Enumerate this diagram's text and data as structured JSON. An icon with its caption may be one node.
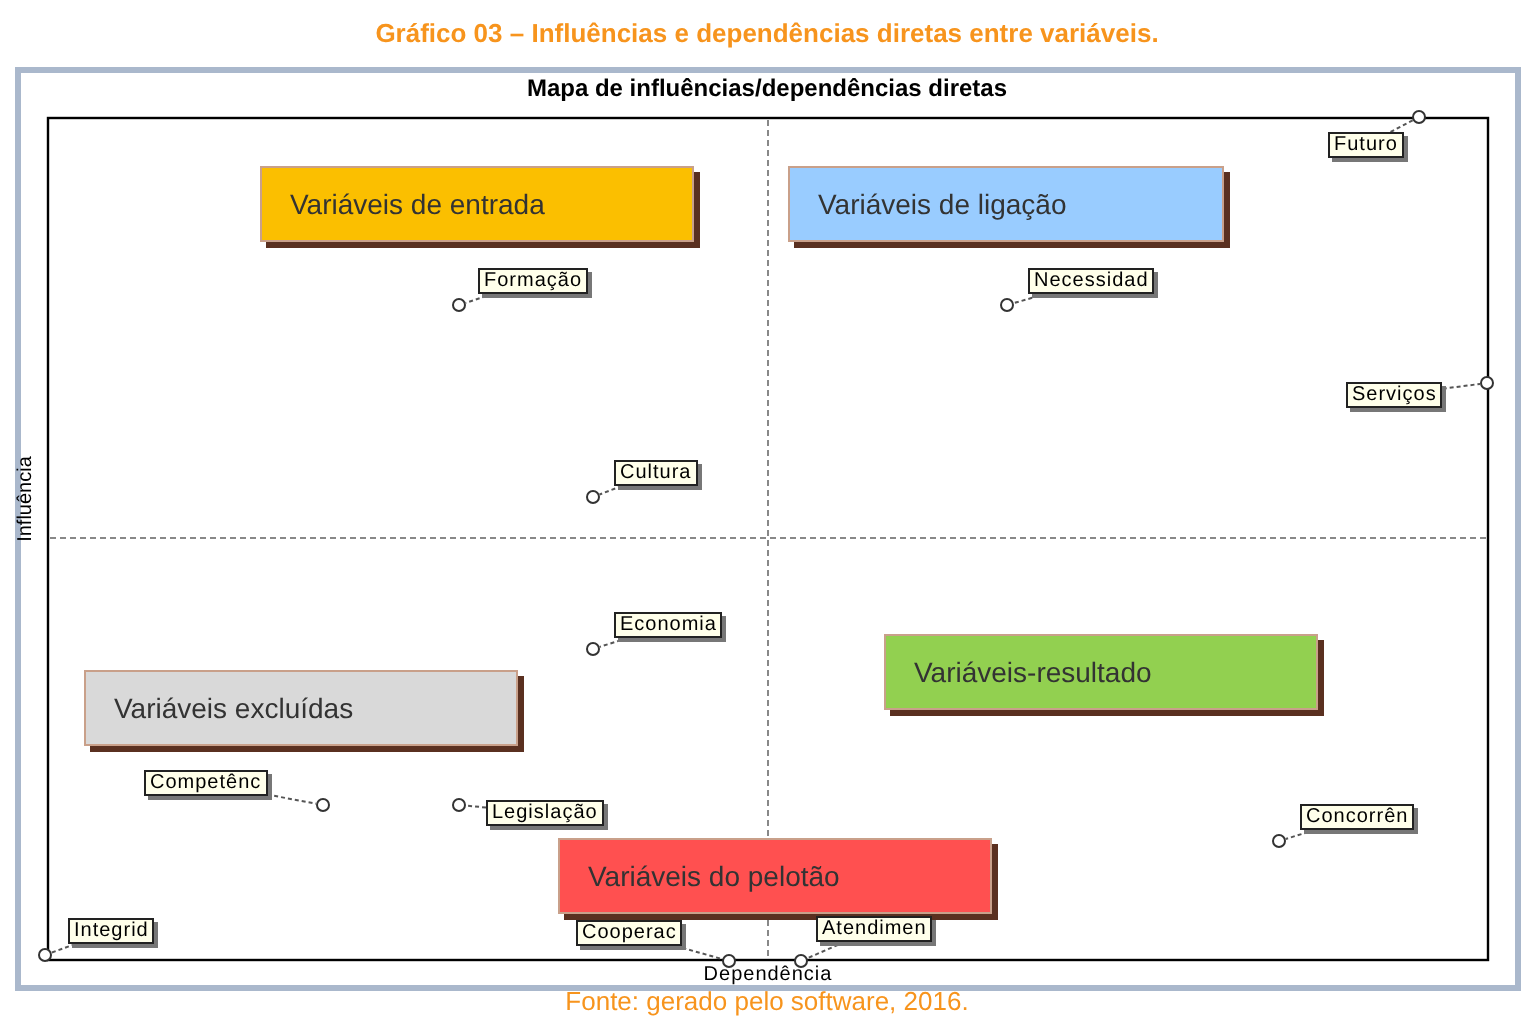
{
  "diagram": {
    "title": "Gráfico 03 – Influências e dependências diretas entre variáveis.",
    "caption": "Fonte: gerado pelo software, 2016.",
    "nodes": [
      {
        "text": [
          "Variáveis de entrada"
        ]
      },
      {
        "text": [
          "Variáveis de ligação"
        ]
      },
      {
        "text": [
          "Variáveis excluídas"
        ]
      },
      {
        "text": [
          "Variáveis-resultado"
        ]
      },
      {
        "text": [
          "Variáveis do pelotão"
        ]
      },
      {
        "text": [
          "Futuro"
        ]
      },
      {
        "text": [
          "Formação"
        ]
      },
      {
        "text": [
          "Necessidad"
        ]
      },
      {
        "text": [
          "Serviços"
        ]
      },
      {
        "text": [
          "Cultura"
        ]
      },
      {
        "text": [
          "Economia"
        ]
      },
      {
        "text": [
          "Competênc"
        ]
      },
      {
        "text": [
          "Legislação"
        ]
      },
      {
        "text": [
          "Concorrên"
        ]
      },
      {
        "text": [
          "Integrid"
        ]
      },
      {
        "text": [
          "Cooperac"
        ]
      },
      {
        "text": [
          "Atendimen"
        ]
      },
      {
        "text": [],
        "shape": "circle"
      },
      {
        "text": [],
        "shape": "circle"
      },
      {
        "text": [],
        "shape": "circle"
      },
      {
        "text": [],
        "shape": "circle"
      },
      {
        "text": [],
        "shape": "circle"
      },
      {
        "text": [],
        "shape": "circle"
      },
      {
        "text": [],
        "shape": "circle"
      },
      {
        "text": [],
        "shape": "circle"
      },
      {
        "text": [],
        "shape": "circle"
      },
      {
        "text": [],
        "shape": "circle"
      },
      {
        "text": [],
        "shape": "circle"
      },
      {
        "text": [],
        "shape": "circle"
      }
    ],
    "edges": [
      {
        "from": 5,
        "to": 17,
        "arrow": "none",
        "style": "dashed"
      },
      {
        "from": 6,
        "to": 18,
        "arrow": "none",
        "style": "dashed"
      },
      {
        "from": 7,
        "to": 19,
        "arrow": "none",
        "style": "dashed"
      },
      {
        "from": 8,
        "to": 20,
        "arrow": "none",
        "style": "dashed"
      },
      {
        "from": 9,
        "to": 21,
        "arrow": "none",
        "style": "dashed"
      },
      {
        "from": 10,
        "to": 22,
        "arrow": "none",
        "style": "dashed"
      },
      {
        "from": 11,
        "to": 23,
        "arrow": "none",
        "style": "dashed"
      },
      {
        "from": 12,
        "to": 24,
        "arrow": "none",
        "style": "dashed"
      },
      {
        "from": 13,
        "to": 25,
        "arrow": "none",
        "style": "dashed"
      },
      {
        "from": 14,
        "to": 26,
        "arrow": "none",
        "style": "dashed"
      },
      {
        "from": 15,
        "to": 27,
        "arrow": "none",
        "style": "dashed"
      },
      {
        "from": 16,
        "to": 28,
        "arrow": "none",
        "style": "dashed"
      }
    ],
    "labels": [
      "Mapa de influências/dependências diretas",
      "Influência",
      "Dependência"
    ]
  }
}
